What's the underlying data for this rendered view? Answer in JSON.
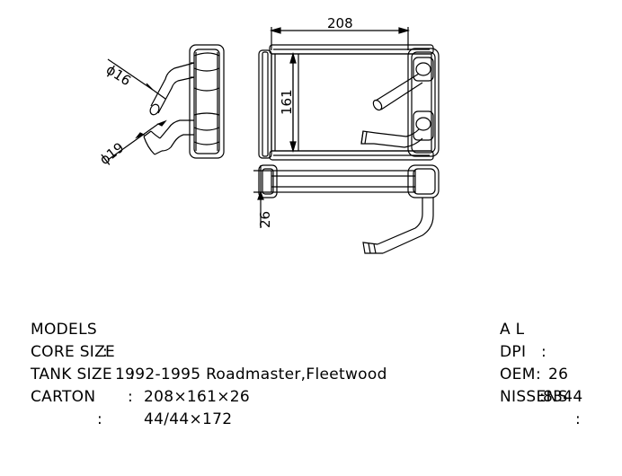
{
  "drawing": {
    "dim_width": "208",
    "dim_height": "161",
    "dim_depth": "26",
    "dim_pipe_upper": "ϕ16",
    "dim_pipe_lower": "ϕ19"
  },
  "specs_left": [
    {
      "label": "MODELS",
      "sep": ":",
      "value": "1992-1995 Roadmaster,Fleetwood"
    },
    {
      "label": "CORE SIZE",
      "sep": ":",
      "value": "208×161×26"
    },
    {
      "label": "TANK SIZE",
      "sep": ":",
      "value": "44/44×172"
    },
    {
      "label": "CARTON",
      "sep": ":",
      "value": ""
    }
  ],
  "specs_right": [
    {
      "label": "A L",
      "sep": ":",
      "value": "26"
    },
    {
      "label": "DPI",
      "sep": ":",
      "value": "8344"
    },
    {
      "label": "OEM",
      "sep": ":",
      "value": ""
    },
    {
      "label": "NISSENS",
      "sep": ":",
      "value": ""
    }
  ]
}
